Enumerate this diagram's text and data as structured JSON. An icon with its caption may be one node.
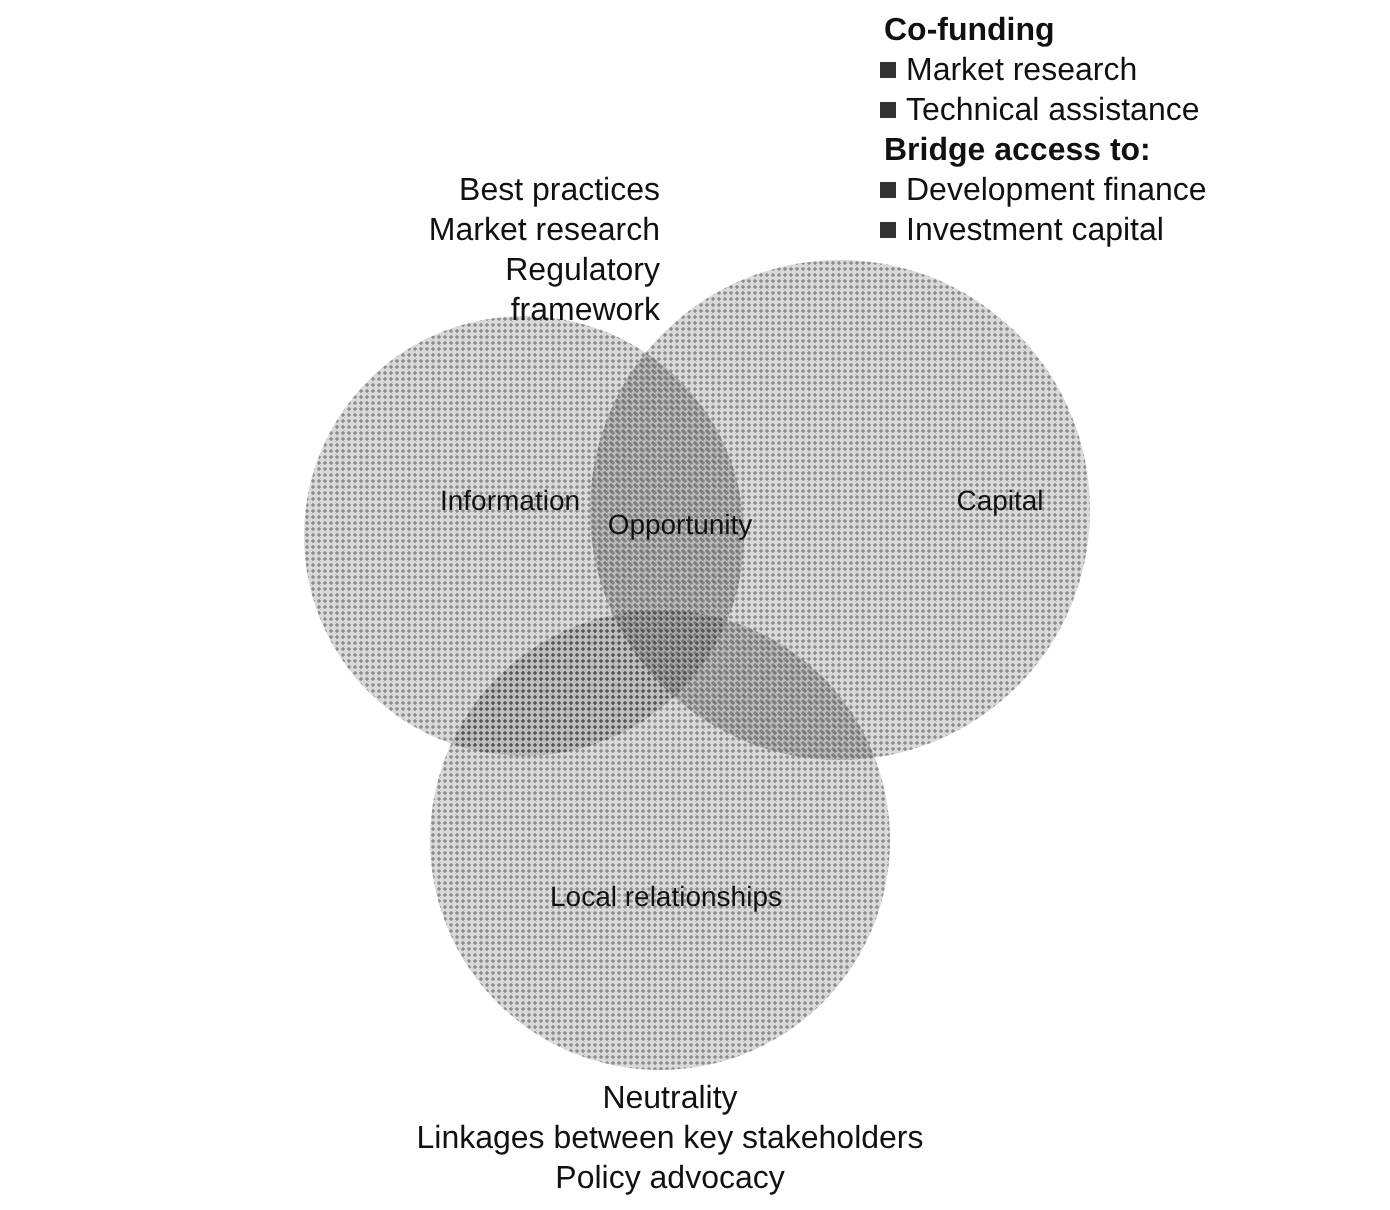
{
  "diagram": {
    "nodes": [
      {
        "text": [
          "Information"
        ],
        "beside": [
          "Best practices",
          "Market research",
          "Regulatory framework"
        ]
      },
      {
        "text": [
          "Capital"
        ],
        "beside": [
          "Co-funding",
          "Market research",
          "Technical assistance",
          "Bridge access to:",
          "Development finance",
          "Investment capital"
        ]
      },
      {
        "text": [
          "Local relationships"
        ],
        "beside": [
          "Neutrality",
          "Linkages between key stakeholders",
          "Policy advocacy"
        ]
      }
    ],
    "edges": [],
    "labels": [
      "Opportunity"
    ]
  }
}
